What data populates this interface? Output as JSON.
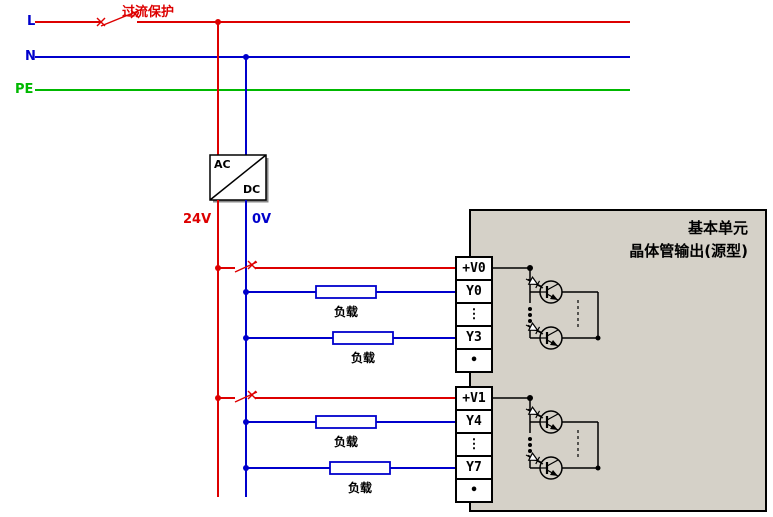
{
  "colors": {
    "red": "#dd0000",
    "blue": "#0000cc",
    "green": "#00b800",
    "panel": "#d5d1c8"
  },
  "power": {
    "l_label": "L",
    "n_label": "N",
    "pe_label": "PE",
    "overcurrent_label": "过流保护",
    "dc_pos_label": "24V",
    "dc_neg_label": "0V"
  },
  "converter": {
    "input_label": "AC",
    "output_label": "DC"
  },
  "unit": {
    "title": "基本单元",
    "subtitle": "晶体管输出(源型)",
    "terminals_group1": [
      "+V0",
      "Y0",
      "⋮",
      "Y3",
      "•"
    ],
    "terminals_group2": [
      "+V1",
      "Y4",
      "⋮",
      "Y7",
      "•"
    ]
  },
  "load_label": "负载"
}
